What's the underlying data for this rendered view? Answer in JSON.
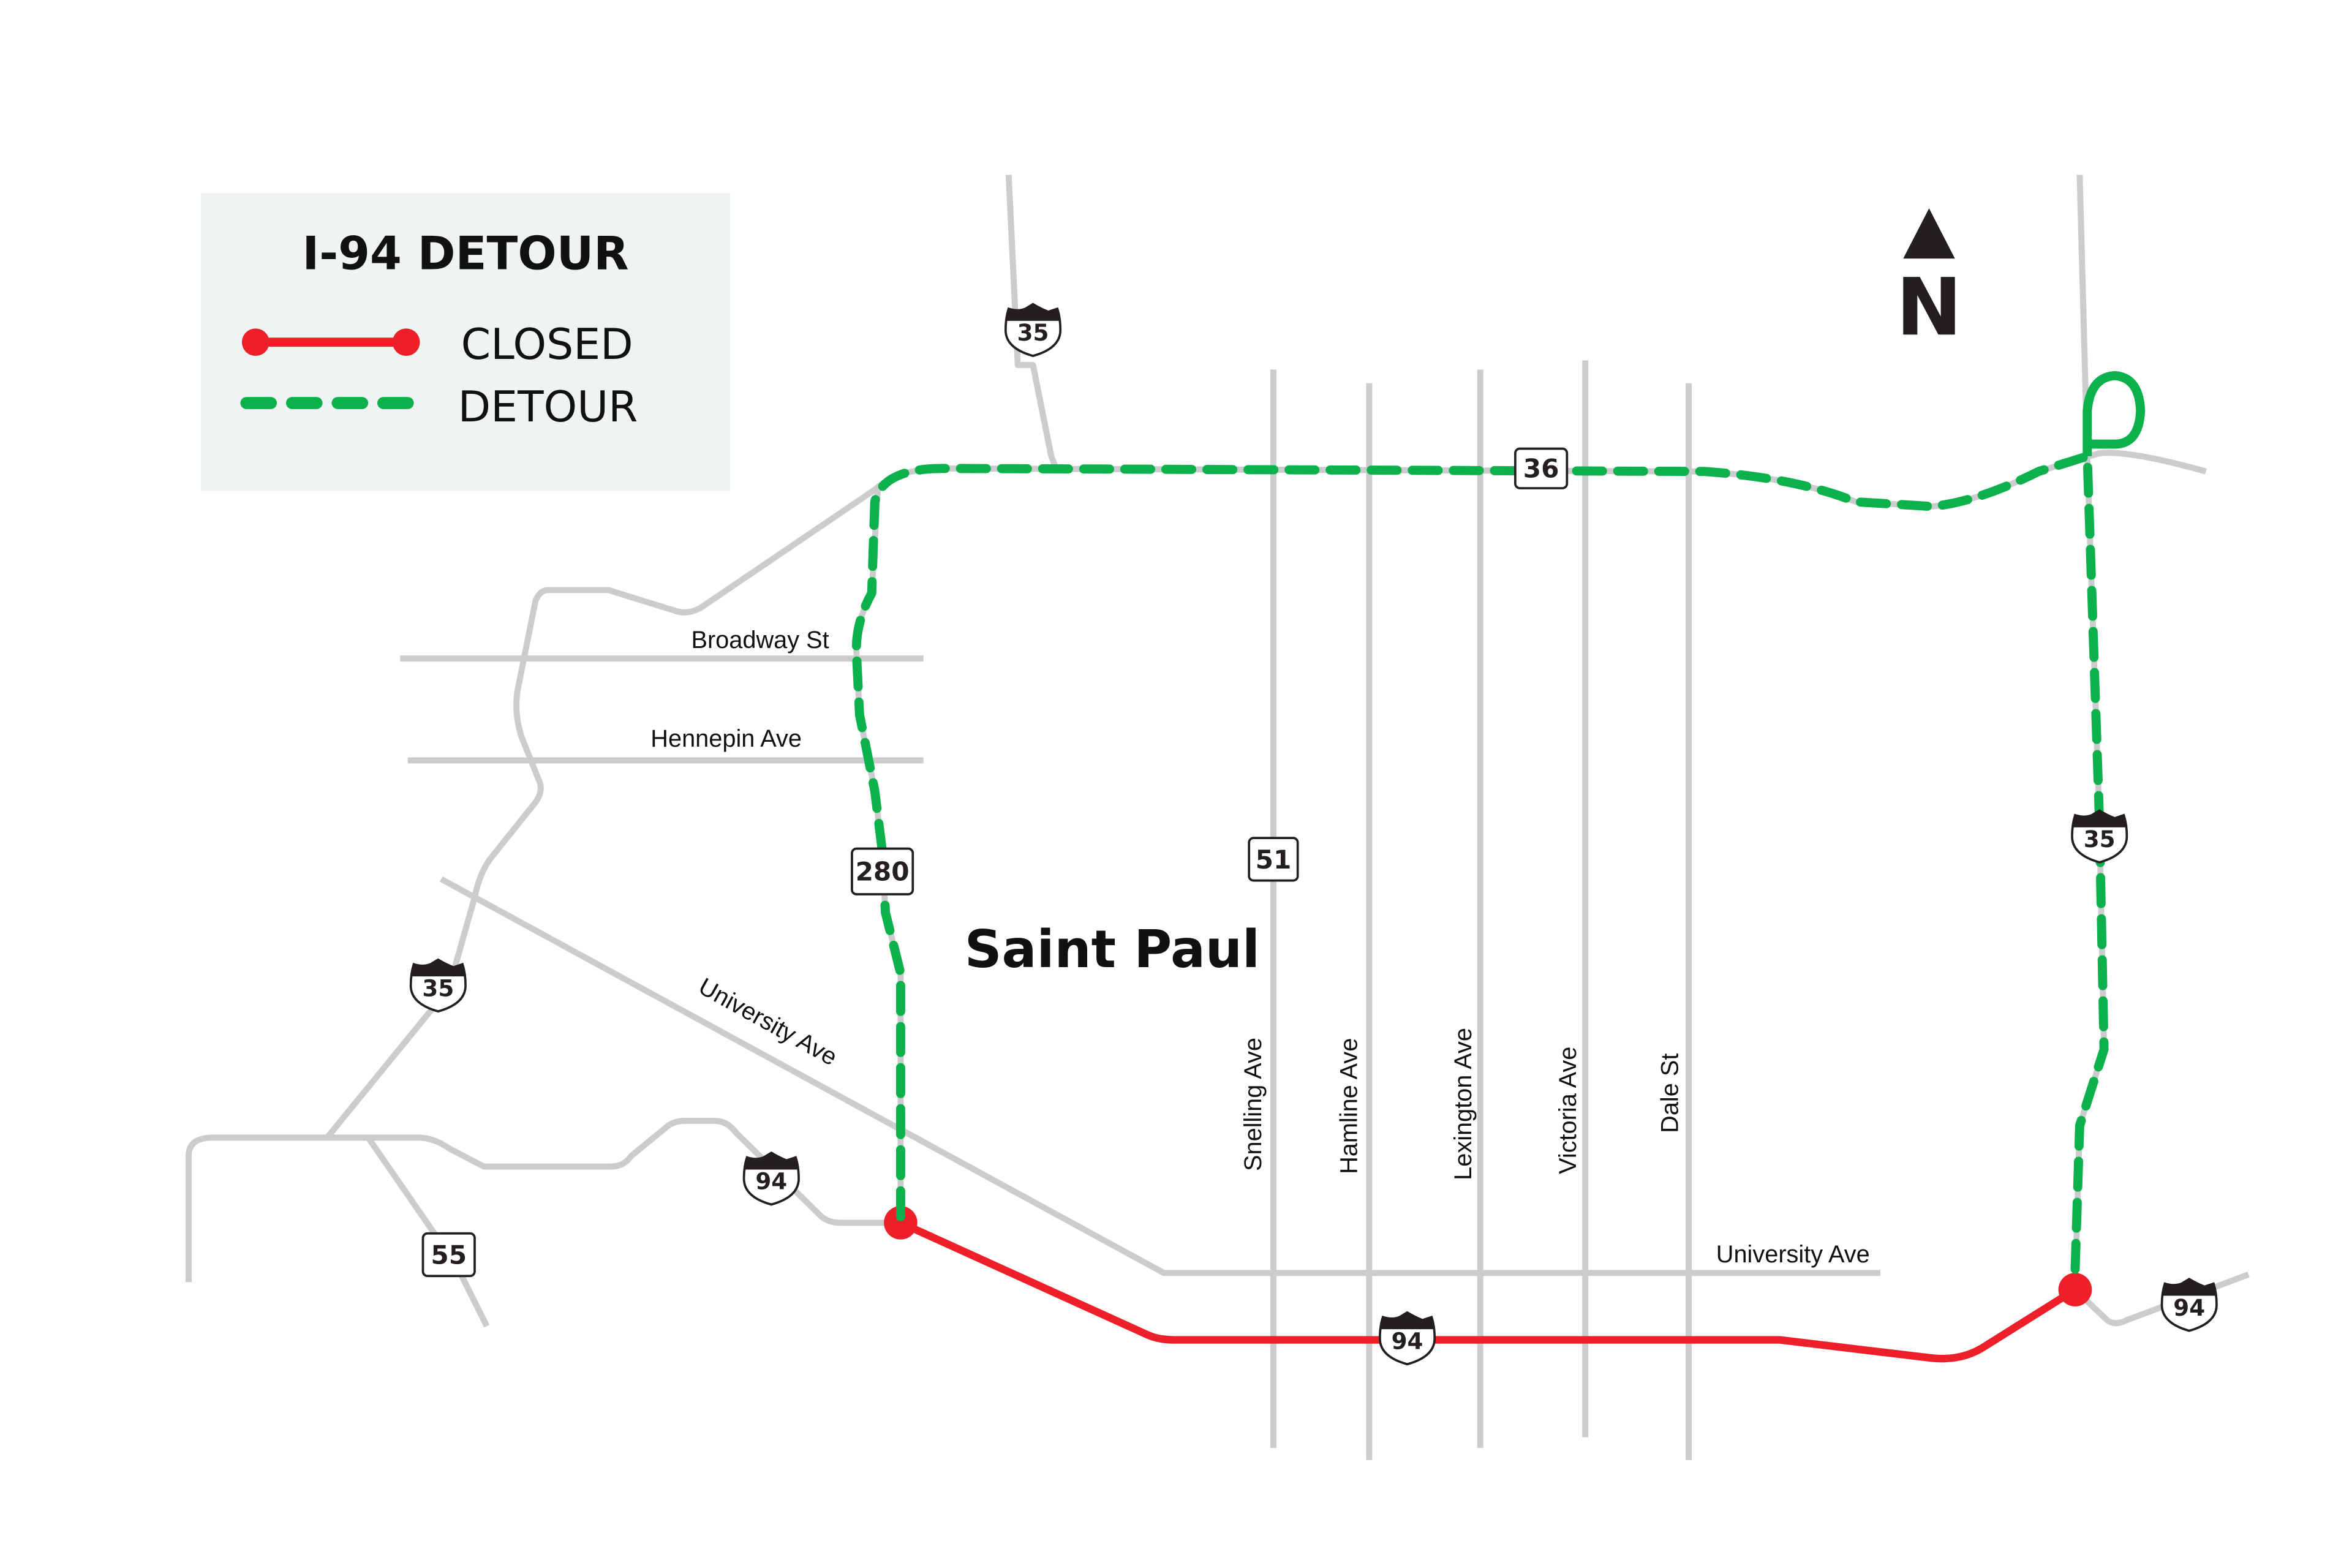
{
  "legend": {
    "title": "I-94 DETOUR",
    "items": [
      {
        "label": "CLOSED",
        "style": "solid-with-endpoints",
        "color": "#ed1f29"
      },
      {
        "label": "DETOUR",
        "style": "dashed",
        "color": "#0db14b"
      }
    ],
    "background": "#f0f3f4"
  },
  "north_arrow": {
    "label": "N"
  },
  "city_label": "Saint Paul",
  "streets": {
    "broadway": "Broadway St",
    "hennepin": "Hennepin Ave",
    "university_w": "University Ave",
    "university_e": "University Ave",
    "snelling": "Snelling Ave",
    "hamline": "Hamline Ave",
    "lexington": "Lexington Ave",
    "victoria": "Victoria Ave",
    "dale": "Dale St"
  },
  "shields": {
    "i35_north": "35",
    "i35_west": "35",
    "i35_east": "35",
    "i94_west": "94",
    "i94_center": "94",
    "i94_east": "94",
    "hwy36": "36",
    "hwy280": "280",
    "hwy51": "51",
    "hwy55": "55"
  },
  "colors": {
    "road": "#cbcccd",
    "closed": "#ed1f29",
    "detour": "#0db14b",
    "shield_dark": "#231f20"
  }
}
